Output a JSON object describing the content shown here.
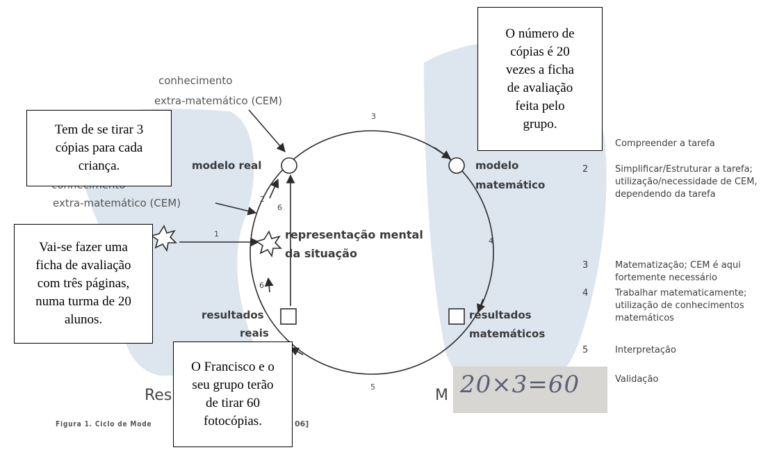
{
  "diagram": {
    "top_left_label_1": "conhecimento",
    "top_left_label_2": "extra-matemático (CEM)",
    "middle_left_label_1": "conhecimento",
    "middle_left_label_2": "extra-matemático (CEM)",
    "node_real_model": "modelo real",
    "node_math_model_1": "modelo",
    "node_math_model_2": "matemático",
    "node_mental_1": "representação mental",
    "node_mental_2": "da situação",
    "node_real_results_1": "resultados",
    "node_real_results_2": "reais",
    "node_math_results_1": "resultados",
    "node_math_results_2": "matemáticos",
    "step_1": "1",
    "step_2": "2",
    "step_3": "3",
    "step_4": "4",
    "step_5": "5",
    "step_6a": "6",
    "step_6b": "6",
    "partial_left_heading": "Res",
    "partial_right_heading": "M",
    "caption_visible": "Figura 1. Ciclo de Mode",
    "caption_tail": "06]"
  },
  "annotations": {
    "box_top_right": [
      "O número de",
      "cópias é 20",
      "vezes a ficha",
      "de avaliação",
      "feita pelo",
      "grupo."
    ],
    "box_top_left": [
      "Tem de se tirar 3",
      "cópias para cada",
      "criança."
    ],
    "box_middle_left": [
      "Vai-se fazer uma",
      "ficha de avaliação",
      "com três páginas,",
      "numa turma de 20",
      "alunos."
    ],
    "box_bottom": [
      "O Francisco e o",
      "seu grupo terão",
      "de tirar 60",
      "fotocópias."
    ]
  },
  "legend": {
    "item1_text": "Compreender a tarefa",
    "item2_num": "2",
    "item2_text": "Simplificar/Estruturar a tarefa; utilização/necessidade de CEM, dependendo da tarefa",
    "item3_num": "3",
    "item3_text": "Matematização; CEM é aqui fortemente necessário",
    "item4_num": "4",
    "item4_text": "Trabalhar matematicamente; utilização de conhecimentos matemáticos",
    "item5_num": "5",
    "item5_text": "Interpretação",
    "item6_text": "Validação"
  },
  "handwriting": "20×3=60",
  "colors": {
    "blob": "#dde5ef",
    "text": "#3a3a3a",
    "box_border": "#000000"
  }
}
